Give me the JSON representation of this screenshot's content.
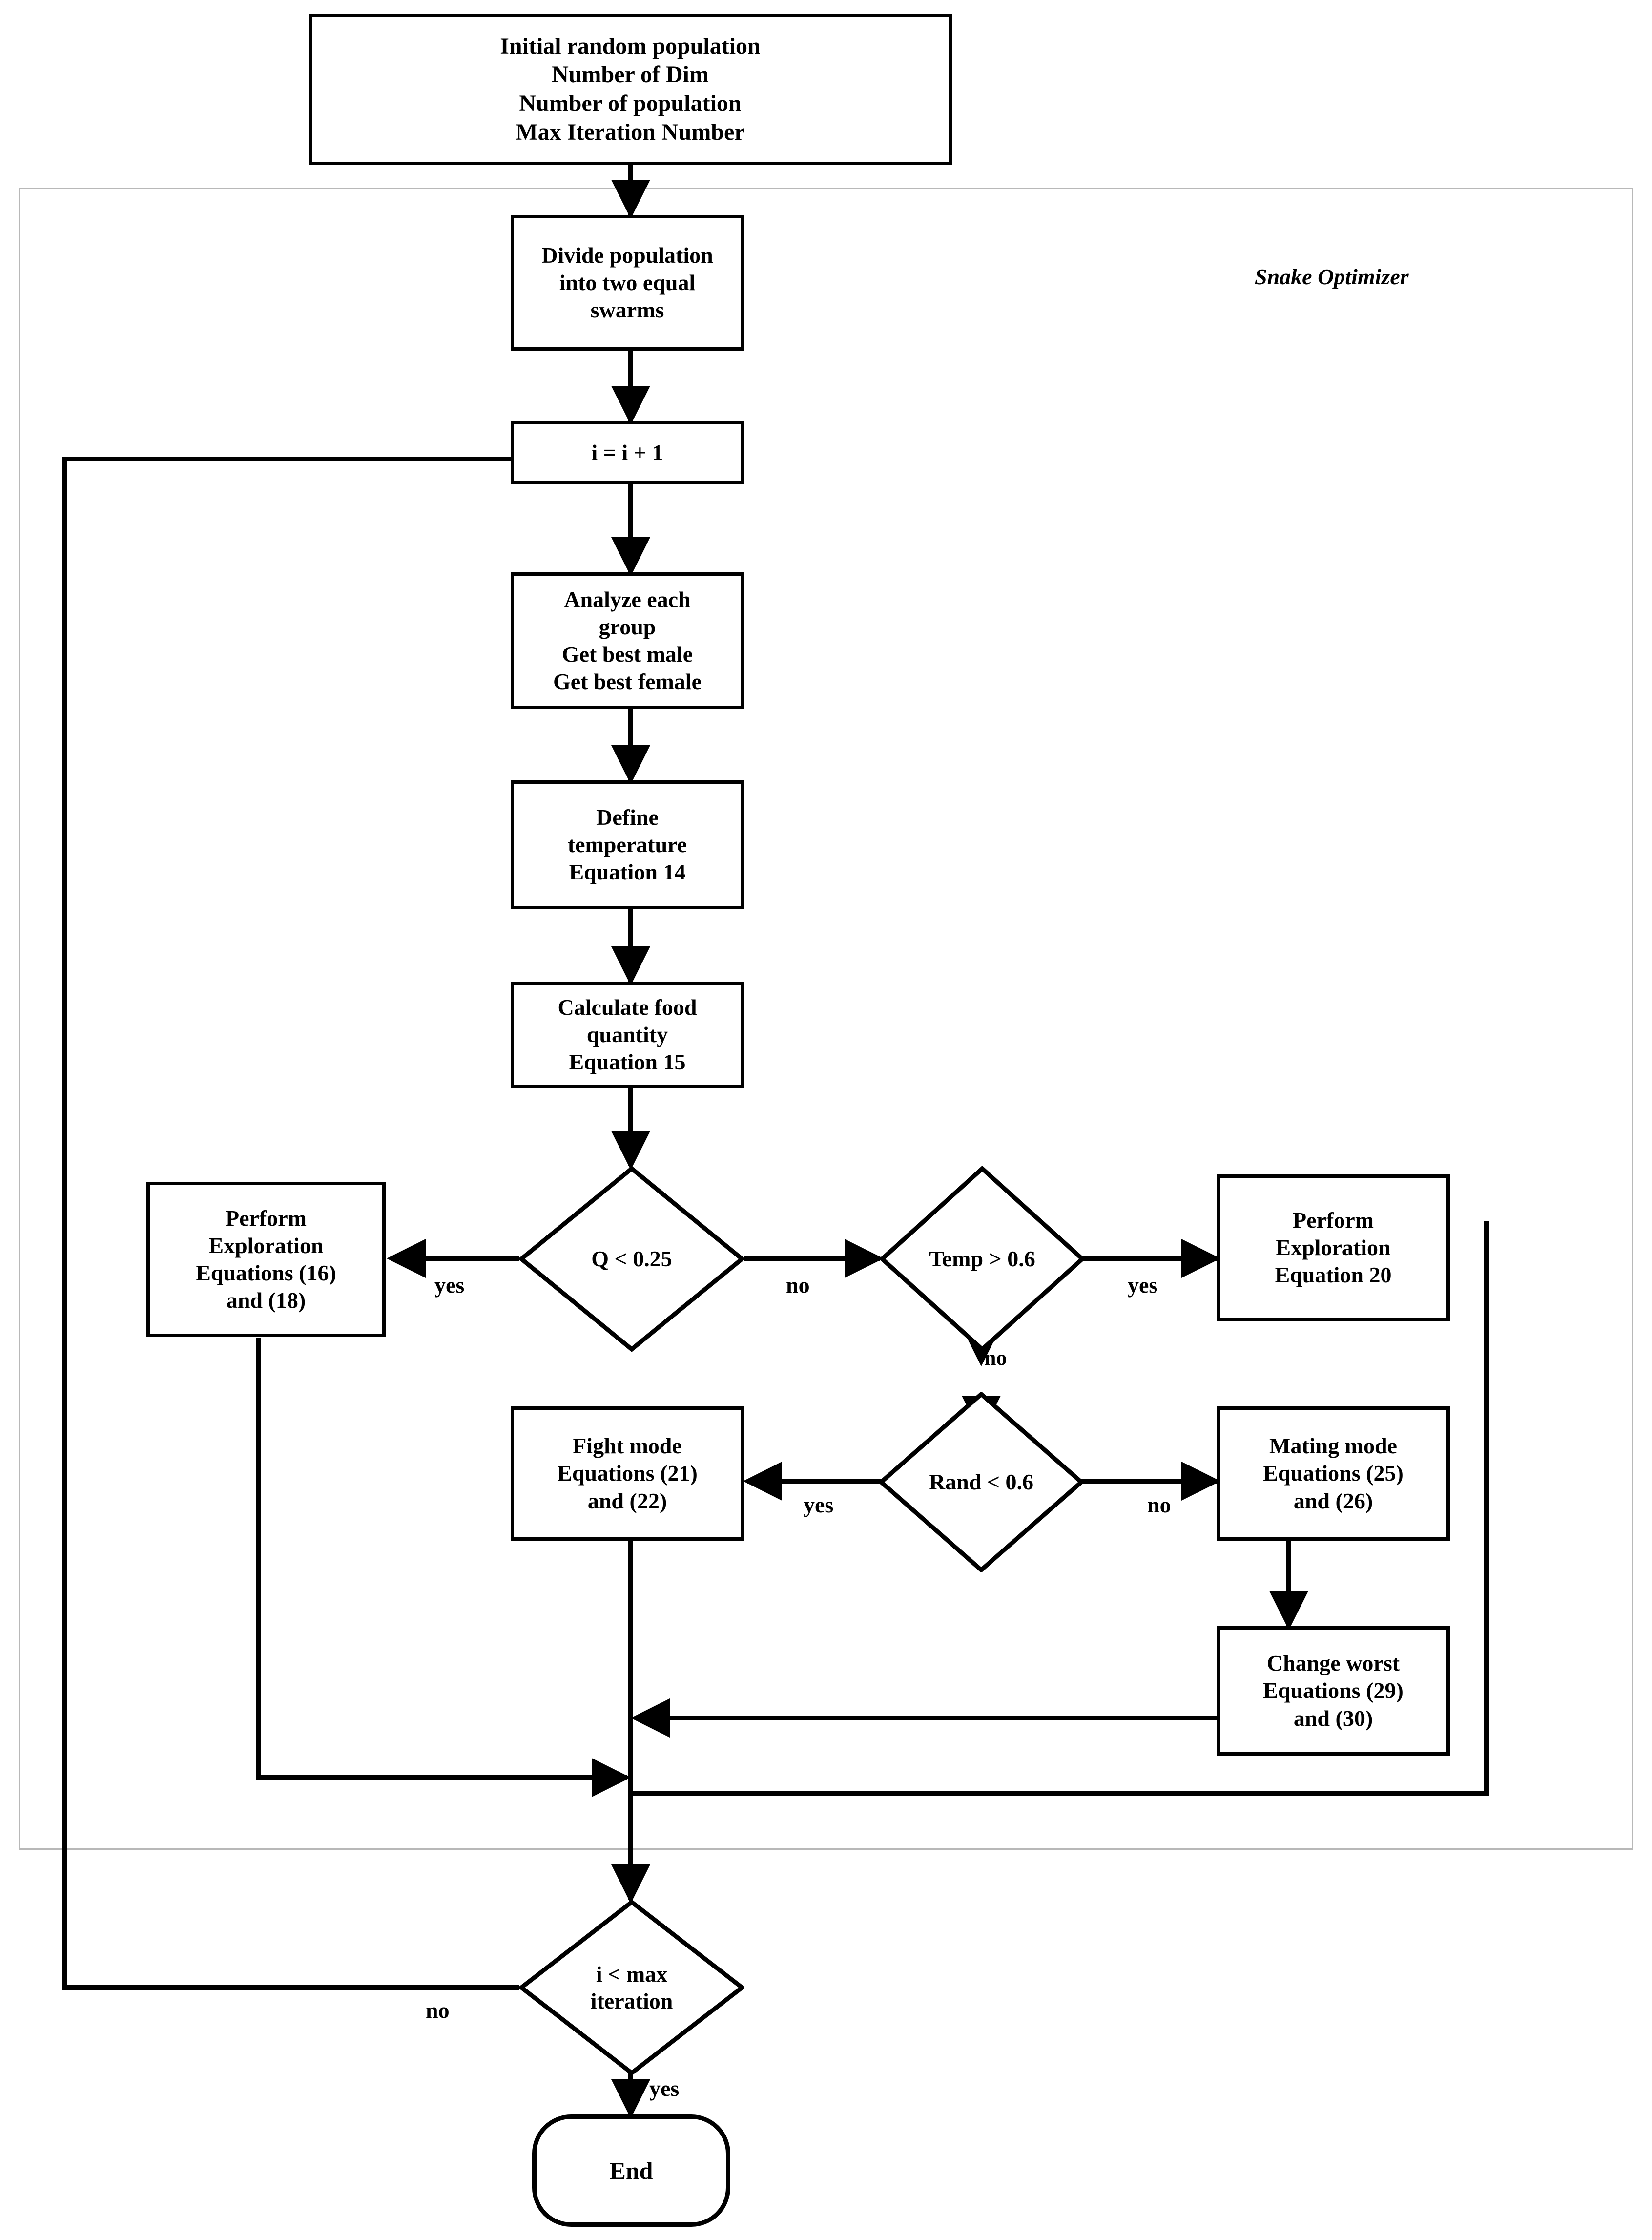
{
  "diagram": {
    "title": "Snake Optimizer flowchart",
    "group_label": "Snake Optimizer",
    "colors": {
      "stroke": "#000000",
      "container_stroke": "#b8b8b8",
      "background": "#ffffff"
    }
  },
  "nodes": {
    "start": {
      "shape": "process",
      "lines": [
        "Initial random population",
        "Number of Dim",
        "Number of population",
        "Max Iteration Number"
      ],
      "text": "Initial random population\nNumber of Dim\nNumber of population\nMax Iteration Number"
    },
    "divide": {
      "shape": "process",
      "lines": [
        "Divide population",
        "into two equal",
        "swarms"
      ],
      "text": "Divide population\ninto two equal\nswarms"
    },
    "increment": {
      "shape": "process",
      "lines": [
        "i = i + 1"
      ],
      "text": "i = i + 1"
    },
    "analyze": {
      "shape": "process",
      "lines": [
        "Analyze each",
        "group",
        "Get best male",
        "Get best female"
      ],
      "text": "Analyze each\ngroup\nGet best male\nGet best female"
    },
    "temperature": {
      "shape": "process",
      "lines": [
        "Define",
        "temperature",
        "Equation 14"
      ],
      "text": "Define\ntemperature\nEquation 14"
    },
    "food": {
      "shape": "process",
      "lines": [
        "Calculate food",
        "quantity",
        "Equation 15"
      ],
      "text": "Calculate food\nquantity\nEquation 15"
    },
    "q_decision": {
      "shape": "decision",
      "lines": [
        "Q < 0.25"
      ],
      "text": "Q < 0.25"
    },
    "explore_left": {
      "shape": "process",
      "lines": [
        "Perform",
        "Exploration",
        "Equations (16)",
        "and (18)"
      ],
      "text": "Perform\nExploration\nEquations (16)\nand (18)"
    },
    "temp_decision": {
      "shape": "decision",
      "lines": [
        "Temp > 0.6"
      ],
      "text": "Temp > 0.6"
    },
    "explore_right": {
      "shape": "process",
      "lines": [
        "Perform",
        "Exploration",
        "Equation 20"
      ],
      "text": "Perform\nExploration\nEquation 20"
    },
    "rand_decision": {
      "shape": "decision",
      "lines": [
        "Rand < 0.6"
      ],
      "text": "Rand < 0.6"
    },
    "fight": {
      "shape": "process",
      "lines": [
        "Fight mode",
        "Equations (21)",
        "and   (22)"
      ],
      "text": "Fight mode\nEquations (21)\nand   (22)"
    },
    "mating": {
      "shape": "process",
      "lines": [
        "Mating mode",
        "Equations (25)",
        "and (26)"
      ],
      "text": "Mating mode\nEquations (25)\nand (26)"
    },
    "change_worst": {
      "shape": "process",
      "lines": [
        "Change worst",
        "Equations (29)",
        "and (30)"
      ],
      "text": "Change worst\nEquations (29)\nand (30)"
    },
    "iteration_decision": {
      "shape": "decision",
      "lines": [
        "i < max",
        "iteration"
      ],
      "text": "i < max\niteration"
    },
    "end": {
      "shape": "terminator",
      "lines": [
        "End"
      ],
      "text": "End"
    }
  },
  "edge_labels": {
    "q_yes": "yes",
    "q_no": "no",
    "temp_yes": "yes",
    "temp_no": "no",
    "rand_yes": "yes",
    "rand_no": "no",
    "iteration_no": "no",
    "iteration_yes": "yes"
  },
  "chart_data": {
    "type": "diagram",
    "title": "Snake Optimizer flowchart",
    "nodes": [
      {
        "id": "start",
        "label": "Initial random population / Number of Dim / Number of population / Max Iteration Number",
        "shape": "process"
      },
      {
        "id": "divide",
        "label": "Divide population into two equal swarms",
        "shape": "process"
      },
      {
        "id": "increment",
        "label": "i = i + 1",
        "shape": "process"
      },
      {
        "id": "analyze",
        "label": "Analyze each group / Get best male / Get best female",
        "shape": "process"
      },
      {
        "id": "temperature",
        "label": "Define temperature Equation 14",
        "shape": "process"
      },
      {
        "id": "food",
        "label": "Calculate food quantity Equation 15",
        "shape": "process"
      },
      {
        "id": "q_decision",
        "label": "Q < 0.25",
        "shape": "decision"
      },
      {
        "id": "explore_left",
        "label": "Perform Exploration Equations (16) and (18)",
        "shape": "process"
      },
      {
        "id": "temp_decision",
        "label": "Temp > 0.6",
        "shape": "decision"
      },
      {
        "id": "explore_right",
        "label": "Perform Exploration Equation 20",
        "shape": "process"
      },
      {
        "id": "rand_decision",
        "label": "Rand < 0.6",
        "shape": "decision"
      },
      {
        "id": "fight",
        "label": "Fight mode Equations (21) and (22)",
        "shape": "process"
      },
      {
        "id": "mating",
        "label": "Mating mode Equations (25) and (26)",
        "shape": "process"
      },
      {
        "id": "change_worst",
        "label": "Change worst Equations (29) and (30)",
        "shape": "process"
      },
      {
        "id": "iteration_decision",
        "label": "i < max iteration",
        "shape": "decision"
      },
      {
        "id": "end",
        "label": "End",
        "shape": "terminator"
      }
    ],
    "edges": [
      {
        "from": "start",
        "to": "divide",
        "label": ""
      },
      {
        "from": "divide",
        "to": "increment",
        "label": ""
      },
      {
        "from": "increment",
        "to": "analyze",
        "label": ""
      },
      {
        "from": "analyze",
        "to": "temperature",
        "label": ""
      },
      {
        "from": "temperature",
        "to": "food",
        "label": ""
      },
      {
        "from": "food",
        "to": "q_decision",
        "label": ""
      },
      {
        "from": "q_decision",
        "to": "explore_left",
        "label": "yes"
      },
      {
        "from": "q_decision",
        "to": "temp_decision",
        "label": "no"
      },
      {
        "from": "temp_decision",
        "to": "explore_right",
        "label": "yes"
      },
      {
        "from": "temp_decision",
        "to": "rand_decision",
        "label": "no"
      },
      {
        "from": "rand_decision",
        "to": "fight",
        "label": "yes"
      },
      {
        "from": "rand_decision",
        "to": "mating",
        "label": "no"
      },
      {
        "from": "mating",
        "to": "change_worst",
        "label": ""
      },
      {
        "from": "change_worst",
        "to": "iteration_decision",
        "label": ""
      },
      {
        "from": "explore_left",
        "to": "iteration_decision",
        "label": ""
      },
      {
        "from": "explore_right",
        "to": "iteration_decision",
        "label": ""
      },
      {
        "from": "fight",
        "to": "iteration_decision",
        "label": ""
      },
      {
        "from": "iteration_decision",
        "to": "increment",
        "label": "no"
      },
      {
        "from": "iteration_decision",
        "to": "end",
        "label": "yes"
      }
    ]
  }
}
